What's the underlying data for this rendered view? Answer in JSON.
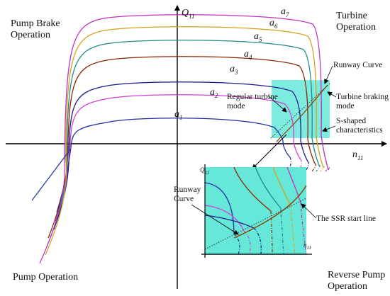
{
  "chart_data": {
    "type": "line",
    "axes": {
      "x": {
        "symbol": "n",
        "subscript": "11"
      },
      "y": {
        "symbol": "Q",
        "subscript": "11"
      }
    },
    "quadrants": {
      "top_left": "Pump Brake\nOperation",
      "top_right": "Turbine\nOperation",
      "bottom_left": "Pump Operation",
      "bottom_right": "Reverse Pump\nOperation"
    },
    "annotations": {
      "runway": "Runway Curve",
      "regular": "Regular turbine\nmode",
      "braking": "Turbine braking\nmode",
      "s_shaped": "S-shaped\ncharacteristics",
      "inset_runway": "Runway\nCurve",
      "ssr": "The SSR start line"
    },
    "inset_axes": {
      "x": {
        "symbol": "n",
        "subscript": "11"
      },
      "y": {
        "symbol": "Q",
        "subscript": "11"
      }
    },
    "series": [
      {
        "name": "a",
        "subscript": "1",
        "color": "#1f2fa0"
      },
      {
        "name": "a",
        "subscript": "2",
        "color": "#d040d0"
      },
      {
        "name": "a",
        "subscript": "3",
        "color": "#1a1a8c"
      },
      {
        "name": "a",
        "subscript": "4",
        "color": "#8b2500"
      },
      {
        "name": "a",
        "subscript": "5",
        "color": "#1f8a8a"
      },
      {
        "name": "a",
        "subscript": "6",
        "color": "#d8a020"
      },
      {
        "name": "a",
        "subscript": "7",
        "color": "#c030c0"
      }
    ],
    "colors": {
      "highlight": "#66e8d8",
      "runway_line": "#8b4513"
    }
  }
}
